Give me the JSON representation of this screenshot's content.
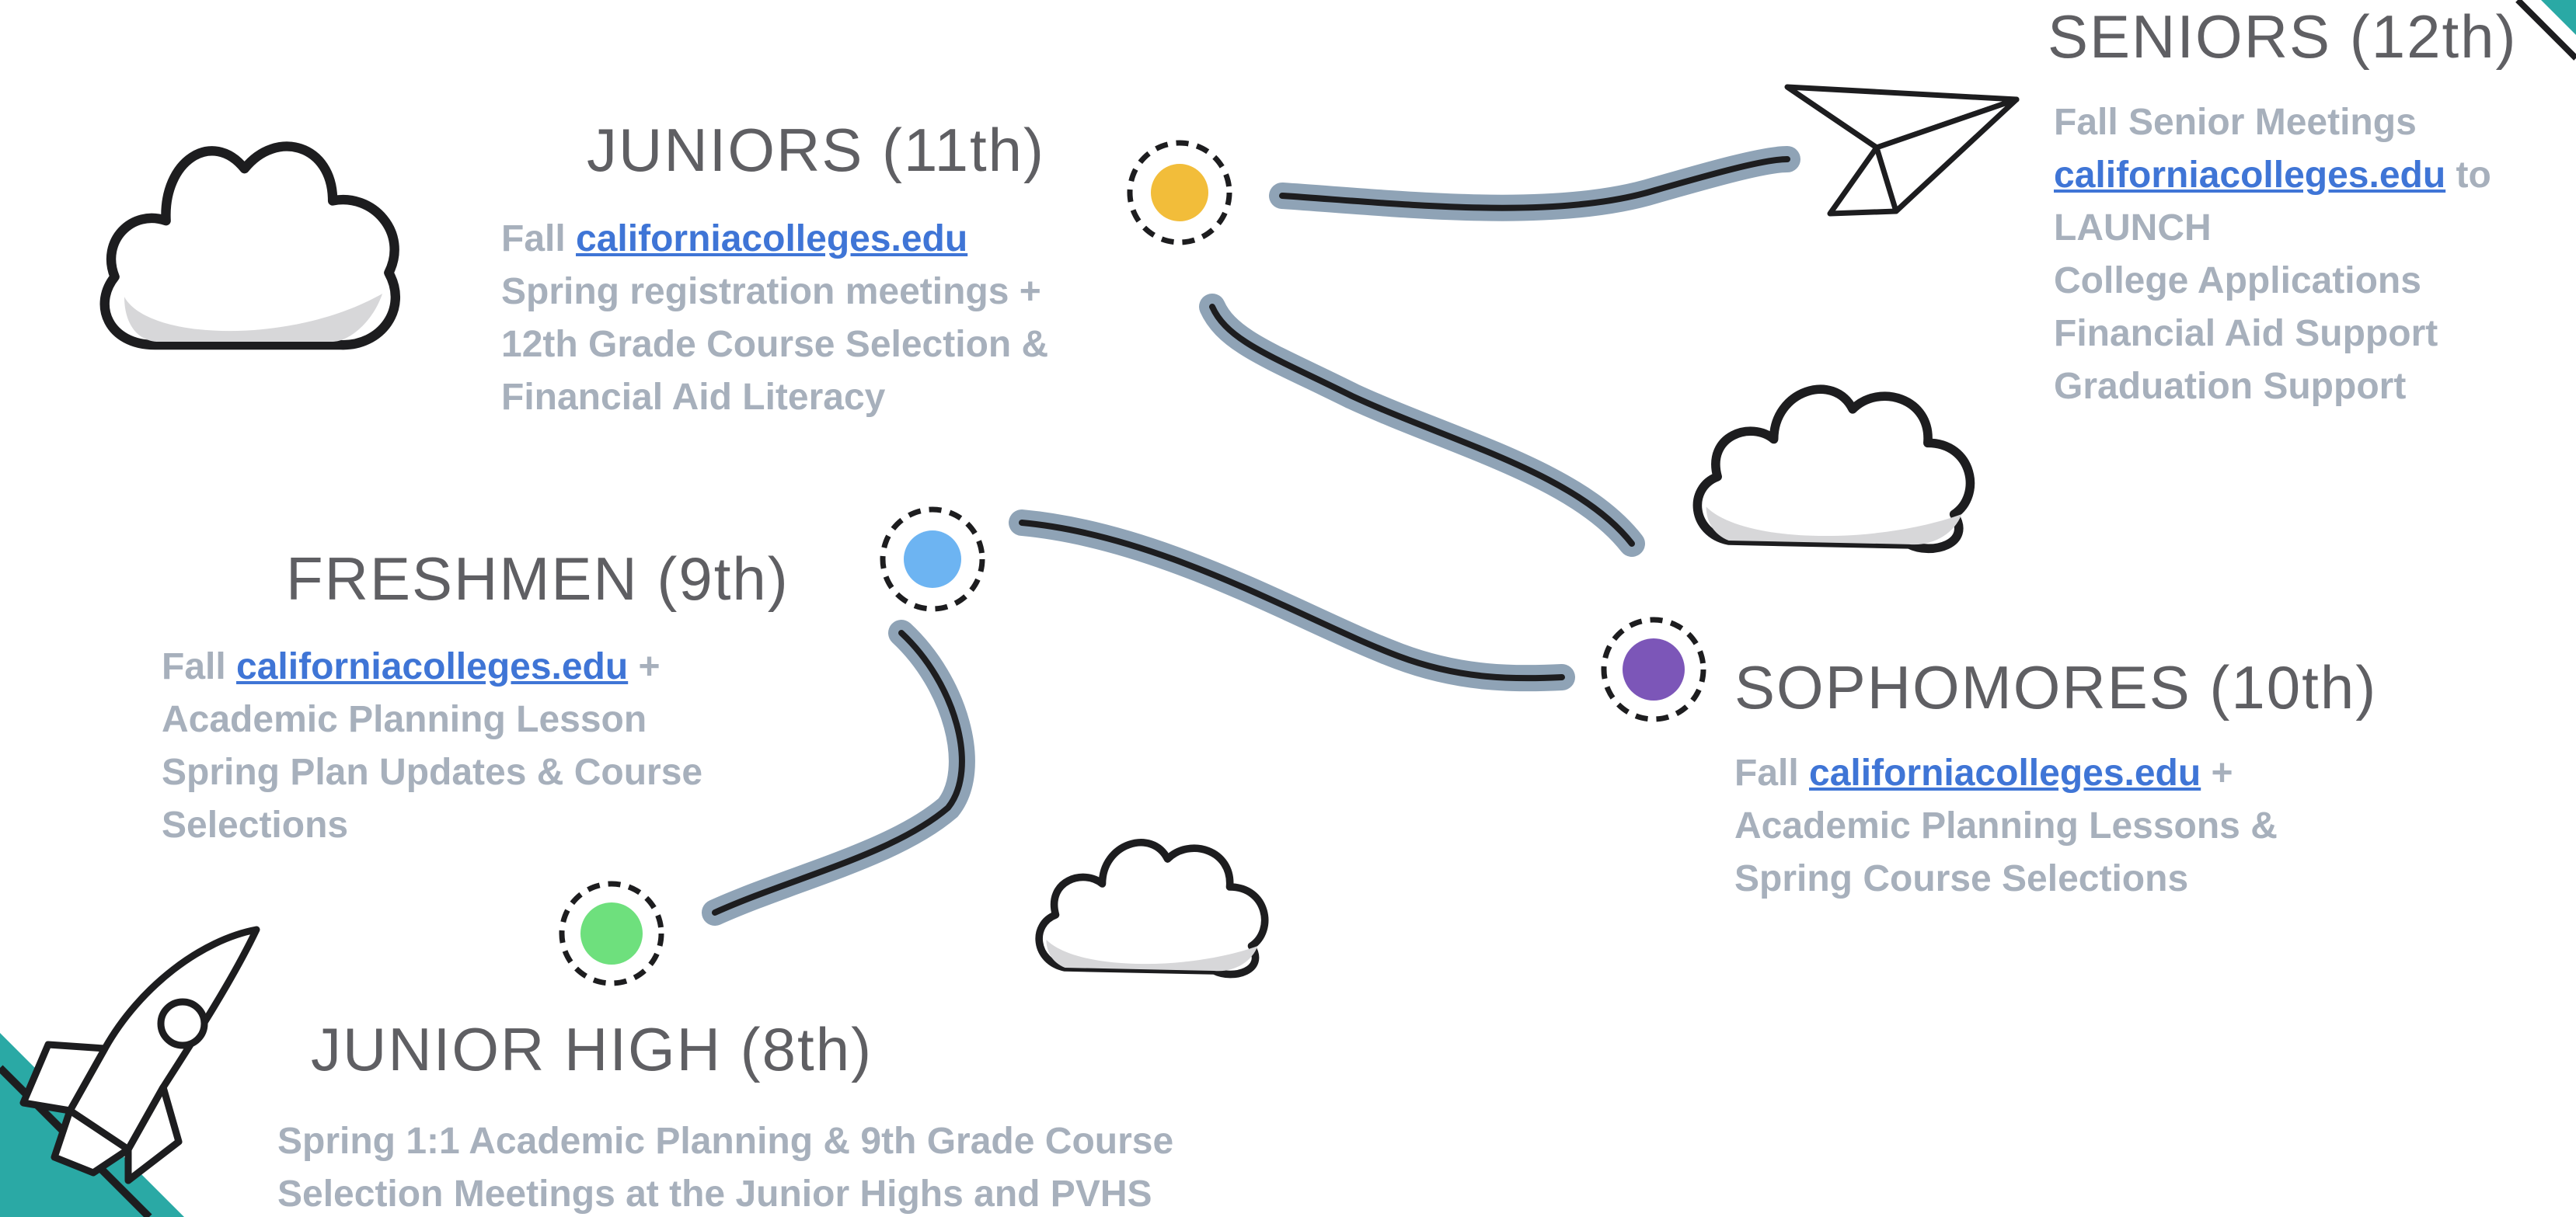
{
  "colors": {
    "title": "#5f5f63",
    "text": "#a7b0bc",
    "link": "#3f75d6",
    "juniors_dot": "#f2bd3a",
    "freshmen_dot": "#6db4f2",
    "sophomores_dot": "#7c56b8",
    "junior_high_dot": "#6ee07d",
    "path_shadow": "#8fa3b6",
    "teal": "#2aa9a5"
  },
  "juniors": {
    "title": "JUNIORS (11th)",
    "l1_prefix": "Fall",
    "l1_link": "californiacolleges.edu",
    "l2": "Spring registration meetings +",
    "l3": "12th Grade Course Selection &",
    "l4": "Financial Aid Literacy"
  },
  "seniors": {
    "title": "SENIORS (12th)",
    "l1": "Fall Senior Meetings",
    "l2_link": "californiacolleges.edu",
    "l2_suffix": "to",
    "l3": "LAUNCH",
    "l4": "College Applications",
    "l5": "Financial Aid Support",
    "l6": "Graduation Support"
  },
  "freshmen": {
    "title": "FRESHMEN (9th)",
    "l1_prefix": "Fall",
    "l1_link": "californiacolleges.edu",
    "l1_suffix": "+",
    "l2": "Academic Planning Lesson",
    "l3": "Spring Plan Updates & Course",
    "l4": "Selections"
  },
  "sophomores": {
    "title": "SOPHOMORES (10th)",
    "l1_prefix": "Fall",
    "l1_link": "californiacolleges.edu",
    "l1_suffix": "+",
    "l2": "Academic Planning Lessons &",
    "l3": "Spring Course Selections"
  },
  "junior_high": {
    "title": "JUNIOR HIGH (8th)",
    "l1": "Spring 1:1 Academic Planning & 9th Grade Course",
    "l2": "Selection Meetings at the Junior Highs and PVHS"
  },
  "icons": [
    "cloud-icon",
    "paper-plane-icon",
    "rocket-icon"
  ]
}
